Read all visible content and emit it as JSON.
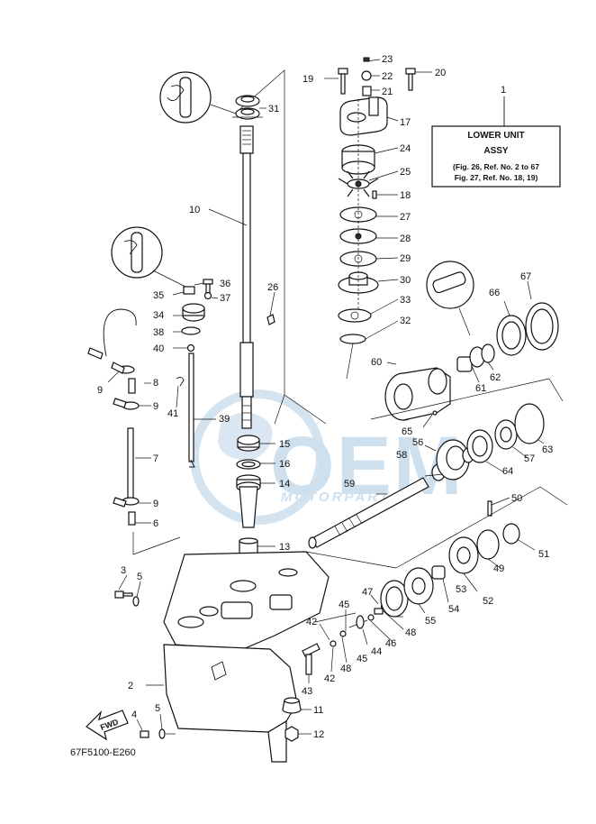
{
  "title_box": {
    "ref_number": "1",
    "title": "LOWER UNIT",
    "subtitle": "ASSY",
    "ref_line_1": "(Fig. 26, Ref. No. 2 to 67",
    "ref_line_2": "Fig. 27, Ref. No. 18, 19)"
  },
  "diagram_code": "67F5100-E260",
  "fwd_label": "FWD",
  "watermark": {
    "brand": "OEM",
    "tagline": "MOTORPARTS"
  },
  "callouts": [
    "2",
    "3",
    "4",
    "5",
    "5",
    "6",
    "7",
    "8",
    "9",
    "9",
    "9",
    "10",
    "11",
    "12",
    "13",
    "14",
    "15",
    "16",
    "17",
    "18",
    "19",
    "20",
    "21",
    "22",
    "23",
    "24",
    "25",
    "26",
    "27",
    "28",
    "29",
    "30",
    "31",
    "32",
    "33",
    "34",
    "35",
    "36",
    "37",
    "38",
    "39",
    "40",
    "41",
    "42",
    "42",
    "43",
    "44",
    "45",
    "45",
    "46",
    "47",
    "48",
    "48",
    "49",
    "50",
    "51",
    "52",
    "53",
    "54",
    "55",
    "56",
    "57",
    "58",
    "59",
    "60",
    "61",
    "62",
    "63",
    "64",
    "65",
    "66",
    "67"
  ]
}
